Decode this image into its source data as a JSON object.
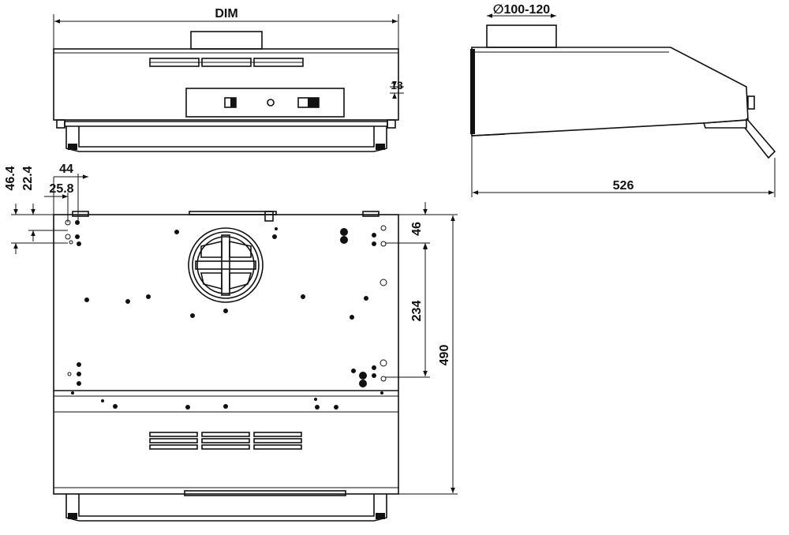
{
  "labels": {
    "dim_width": "DIM",
    "dim_duct_diameter": "∅100-120",
    "dim_depth": "526",
    "dim_13": "13",
    "dim_46_4": "46.4",
    "dim_22_4": "22.4",
    "dim_44": "44",
    "dim_25_8": "25.8",
    "dim_46": "46",
    "dim_234": "234",
    "dim_490": "490"
  }
}
